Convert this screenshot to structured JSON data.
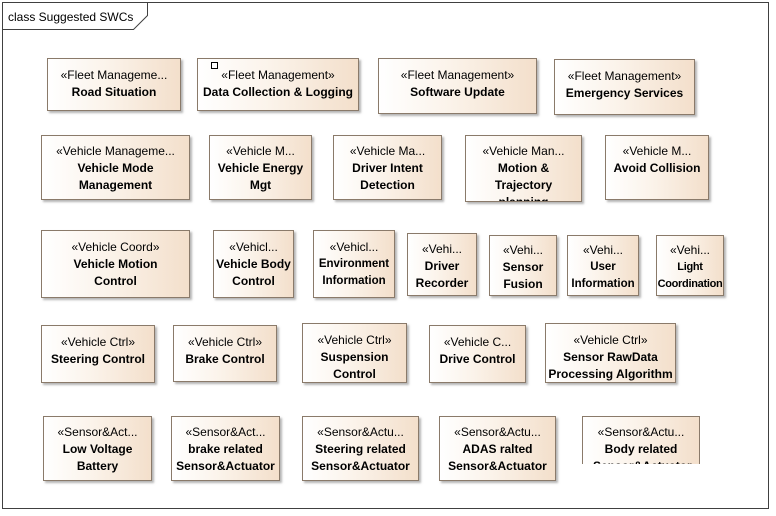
{
  "diagram": {
    "title": "class Suggested SWCs"
  },
  "elements": [
    {
      "stereotype": "«Fleet Manageme...",
      "name": "Road Situation"
    },
    {
      "stereotype": "«Fleet Management»",
      "name": "Data Collection & Logging"
    },
    {
      "stereotype": "«Fleet Management»",
      "name": "Software Update"
    },
    {
      "stereotype": "«Fleet Management»",
      "name": "Emergency Services"
    },
    {
      "stereotype": "«Vehicle Manageme...",
      "name": "Vehicle Mode Management"
    },
    {
      "stereotype": "«Vehicle M...",
      "name": "Vehicle Energy Mgt"
    },
    {
      "stereotype": "«Vehicle Ma...",
      "name": "Driver Intent Detection"
    },
    {
      "stereotype": "«Vehicle Man...",
      "name": "Motion & Trajectory planning"
    },
    {
      "stereotype": "«Vehicle M...",
      "name": "Avoid Collision"
    },
    {
      "stereotype": "«Vehicle Coord»",
      "name": "Vehicle Motion Control"
    },
    {
      "stereotype": "«Vehicl...",
      "name": "Vehicle Body Control"
    },
    {
      "stereotype": "«Vehicl...",
      "name": "Environment Information"
    },
    {
      "stereotype": "«Vehi...",
      "name": "Driver Recorder"
    },
    {
      "stereotype": "«Vehi...",
      "name": "Sensor Fusion"
    },
    {
      "stereotype": "«Vehi...",
      "name": "User Information"
    },
    {
      "stereotype": "«Vehi...",
      "name": "Light Coordination"
    },
    {
      "stereotype": "«Vehicle Ctrl»",
      "name": "Steering Control"
    },
    {
      "stereotype": "«Vehicle Ctrl»",
      "name": "Brake Control"
    },
    {
      "stereotype": "«Vehicle Ctrl»",
      "name": "Suspension Control"
    },
    {
      "stereotype": "«Vehicle C...",
      "name": "Drive Control"
    },
    {
      "stereotype": "«Vehicle Ctrl»",
      "name": "Sensor RawData Processing Algorithm"
    },
    {
      "stereotype": "«Sensor&Act...",
      "name": "Low Voltage Battery"
    },
    {
      "stereotype": "«Sensor&Act...",
      "name": "brake related Sensor&Actuator"
    },
    {
      "stereotype": "«Sensor&Actu...",
      "name": "Steering related Sensor&Actuator"
    },
    {
      "stereotype": "«Sensor&Actu...",
      "name": "ADAS ralted Sensor&Actuator"
    },
    {
      "stereotype": "«Sensor&Actu...",
      "name": "Body related Sensor&Actuator"
    }
  ]
}
